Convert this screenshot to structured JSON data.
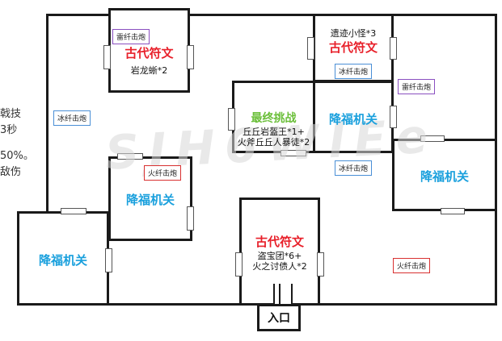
{
  "side_text": {
    "line1": "戟技",
    "line2": "3秒",
    "line3": "50%。",
    "line4": "敌伤"
  },
  "watermark": "SJH6WlEe",
  "rooms": {
    "top_left": {
      "title": "古代符文",
      "sub1": "岩龙蜥*2"
    },
    "top_right": {
      "pre": "遗迹小怪*3",
      "title": "古代符文"
    },
    "final": {
      "title": "最终挑战",
      "sub1": "丘丘岩盔王*1+",
      "sub2": "火斧丘丘人暴徒*2"
    },
    "mid_right": {
      "title": "降福机关"
    },
    "far_right": {
      "title": "降福机关"
    },
    "mid_left": {
      "title": "降福机关"
    },
    "bottom_left": {
      "title": "降福机关"
    },
    "bottom_center": {
      "title": "古代符文",
      "sub1": "盗宝团*6+",
      "sub2": "火之讨债人*2"
    }
  },
  "badges": {
    "purple_top_left": "雷纤击炮",
    "blue_top_right": "冰纤击炮",
    "purple_right": "雷纤击炮",
    "blue_left": "冰纤击炮",
    "red_mid_left": "火纤击炮",
    "blue_center": "冰纤击炮",
    "red_bottom_right": "火纤击炮"
  },
  "entrance": "入口",
  "colors": {
    "wall": "#1a1a1a",
    "rune_red": "#e8202a",
    "blessing_blue": "#1aa0dd",
    "final_green": "#6bbf3a",
    "ice_badge": "#4a8fd6",
    "thunder_badge": "#8a4fc0",
    "fire_badge": "#d83030"
  }
}
